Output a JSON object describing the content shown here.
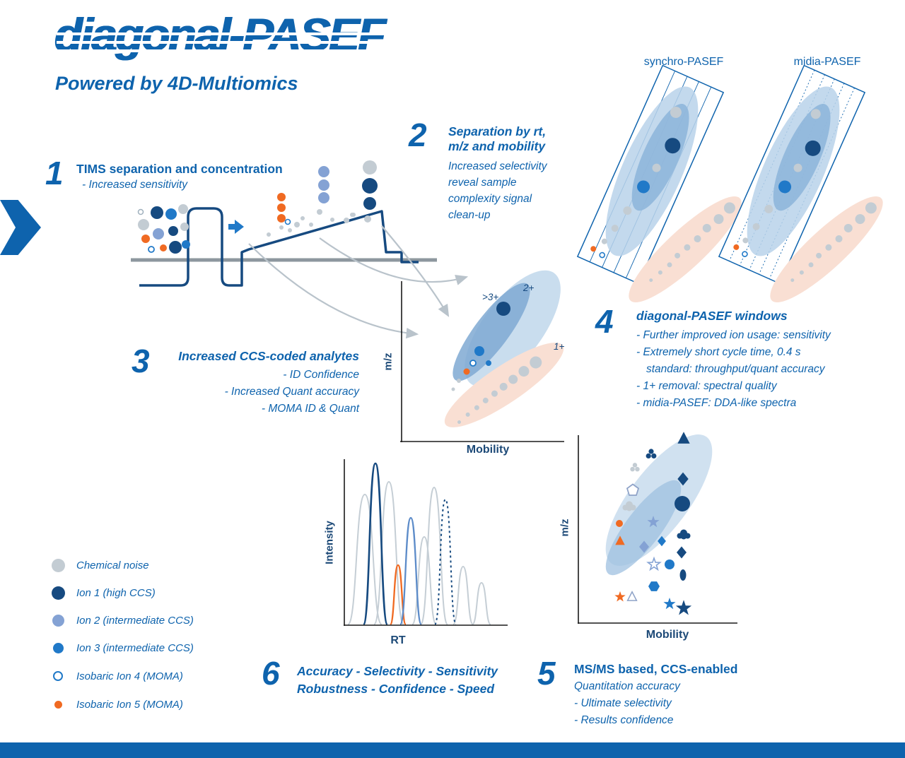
{
  "logo": {
    "title": "diagonal-PASEF",
    "subtitle": "Powered by 4D-Multiomics"
  },
  "panels": {
    "synchro_label": "synchro-PASEF",
    "midia_label": "midia-PASEF"
  },
  "steps": {
    "s1": {
      "num": "1",
      "title": "TIMS separation and concentration",
      "line": "- Increased sensitivity"
    },
    "s2": {
      "num": "2",
      "title_line1": "Separation by rt,",
      "title_line2": "m/z and mobility",
      "lines": [
        "Increased selectivity",
        "reveal sample",
        "complexity signal",
        "clean-up"
      ]
    },
    "s3": {
      "num": "3",
      "title": "Increased CCS-coded analytes",
      "lines": [
        "- ID Confidence",
        "- Increased Quant accuracy",
        "- MOMA ID & Quant"
      ]
    },
    "s4": {
      "num": "4",
      "title": "diagonal-PASEF windows",
      "lines": [
        "- Further improved ion usage: sensitivity",
        "- Extremely short cycle time, 0.4 s",
        "standard: throughput/quant accuracy",
        "- 1+ removal: spectral quality",
        "- midia-PASEF: DDA-like spectra"
      ]
    },
    "s5": {
      "num": "5",
      "title": "MS/MS based, CCS-enabled",
      "lines": [
        "Quantitation accuracy",
        "- Ultimate selectivity",
        "- Results confidence"
      ]
    },
    "s6": {
      "num": "6",
      "lines": [
        "Accuracy - Selectivity - Sensitivity",
        "Robustness -  Confidence - Speed"
      ]
    }
  },
  "plots": {
    "mobility": {
      "xlabel": "Mobility",
      "ylabel": "m/z",
      "charge_labels": {
        "gt3": ">3+",
        "c2": "2+",
        "c1": "1+"
      }
    },
    "rt": {
      "xlabel": "RT",
      "ylabel": "Intensity"
    },
    "mz_mobility": {
      "xlabel": "Mobility",
      "ylabel": "m/z"
    }
  },
  "legend": {
    "items": [
      {
        "label": "Chemical noise"
      },
      {
        "label": "Ion 1 (high CCS)"
      },
      {
        "label": "Ion 2 (intermediate CCS)"
      },
      {
        "label": "Ion 3 (intermediate CCS)"
      },
      {
        "label": "Isobaric Ion 4 (MOMA)"
      },
      {
        "label": "Isobaric Ion 5 (MOMA)"
      }
    ]
  },
  "colors": {
    "brand_blue": "#0e63ad",
    "navy": "#164a80",
    "periwinkle": "#84a2d4",
    "bright_blue": "#2079c8",
    "orange": "#f06a22",
    "noise_gray": "#c3ccd3",
    "ellipse_blue_light": "#bcd4ea",
    "ellipse_blue_dark": "#7fa9d2",
    "ellipse_pink": "#f9dfd3"
  }
}
